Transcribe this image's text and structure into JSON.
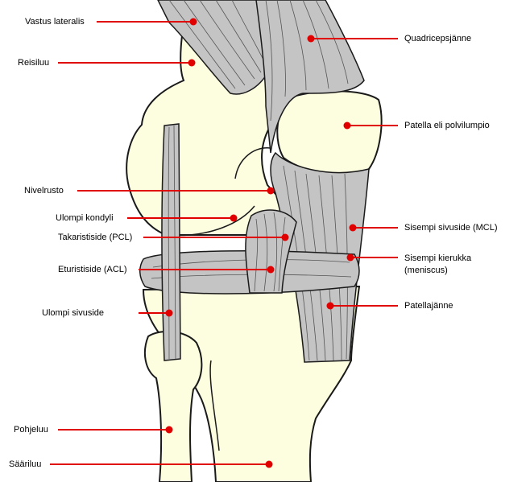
{
  "colors": {
    "bone": "#fdfde0",
    "ligament": "#c4c4c4",
    "ligament_light": "#d9d9d9",
    "outline": "#1a1a1a",
    "leader": "#e00000"
  },
  "labels": {
    "vastus_lateralis": "Vastus lateralis",
    "femur": "Reisiluu",
    "cartilage": "Nivelrusto",
    "lateral_condyle": "Ulompi kondyli",
    "pcl": "Takaristiside (PCL)",
    "acl": "Eturistiside (ACL)",
    "lcl": "Ulompi sivuside",
    "fibula": "Pohjeluu",
    "tibia": "Sääriluu",
    "quadriceps_tendon": "Quadricepsjänne",
    "patella": "Patella eli polvilumpio",
    "mcl": "Sisempi sivuside (MCL)",
    "meniscus_line1": "Sisempi kierukka",
    "meniscus_line2": "(meniscus)",
    "patellar_tendon": "Patellajänne"
  }
}
